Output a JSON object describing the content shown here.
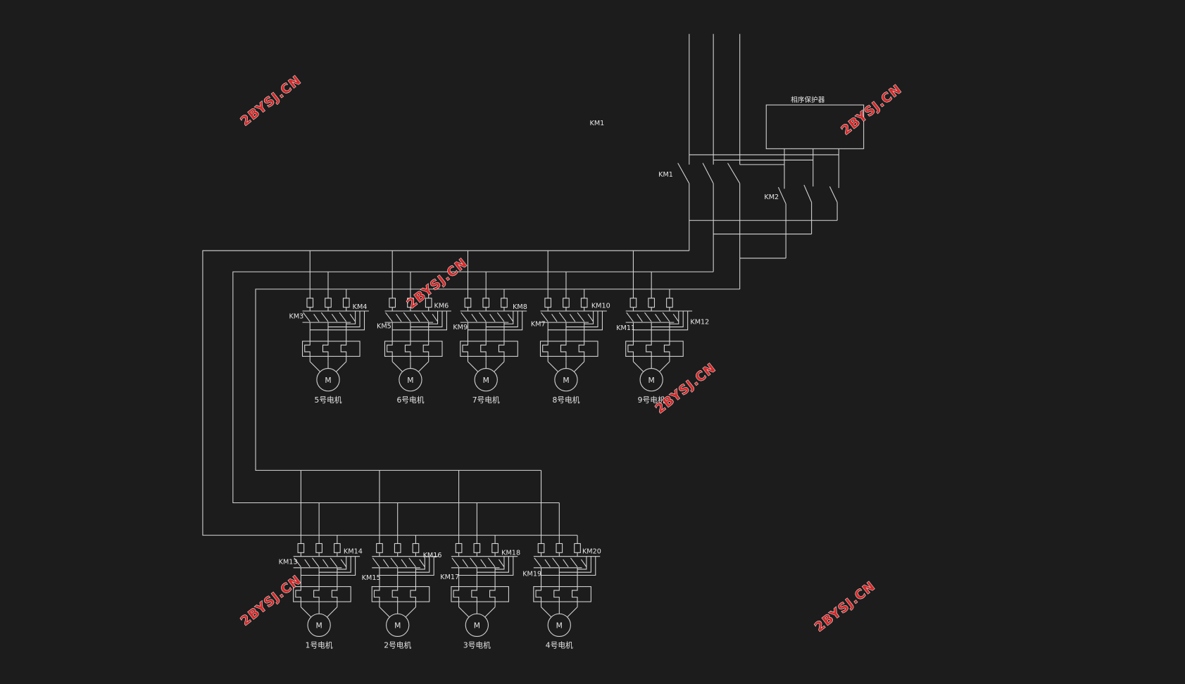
{
  "diagram": {
    "top_label": "KM1",
    "protector_label": "相序保护器",
    "km1_label": "KM1",
    "km2_label": "KM2",
    "motor_symbol": "M",
    "watermark": "2BYSJ.CN",
    "upper_groups": [
      {
        "motor": "5号电机",
        "left_km": "KM3",
        "right_km": "KM4"
      },
      {
        "motor": "6号电机",
        "left_km": "KM5",
        "right_km": "KM6"
      },
      {
        "motor": "7号电机",
        "left_km": "KM9",
        "right_km": "KM8"
      },
      {
        "motor": "8号电机",
        "left_km": "KM7",
        "right_km": "KM10"
      },
      {
        "motor": "9号电机",
        "left_km": "KM11",
        "right_km": "KM12"
      }
    ],
    "lower_groups": [
      {
        "motor": "1号电机",
        "left_km": "KM13",
        "right_km": "KM14"
      },
      {
        "motor": "2号电机",
        "left_km": "KM15",
        "right_km": "KM16"
      },
      {
        "motor": "3号电机",
        "left_km": "KM17",
        "right_km": "KM18"
      },
      {
        "motor": "4号电机",
        "left_km": "KM19",
        "right_km": "KM20"
      }
    ]
  },
  "colors": {
    "background": "#1c1c1c",
    "line": "#d6d6d6",
    "watermark": "#d42a2a"
  }
}
